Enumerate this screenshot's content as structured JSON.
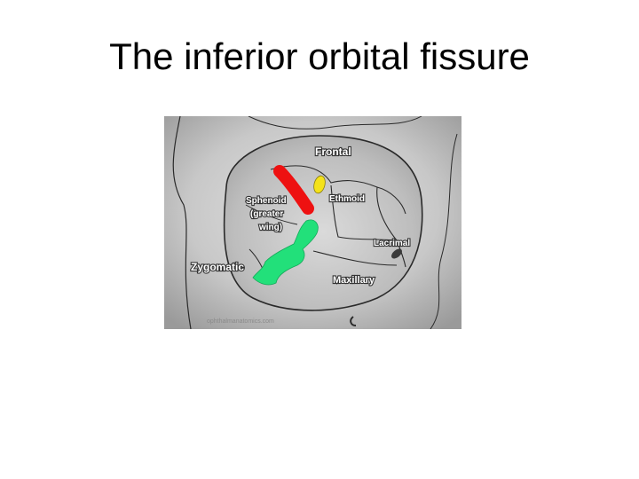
{
  "slide": {
    "title": "The inferior orbital fissure"
  },
  "figure": {
    "labels": {
      "frontal": "Frontal",
      "ethmoid": "Ethmoid",
      "sphenoid_line1": "Sphenoid",
      "sphenoid_line2": "(greater",
      "sphenoid_line3": "wing)",
      "lacrimal": "Lacrimal",
      "zygomatic": "Zygomatic",
      "maxillary": "Maxillary"
    },
    "watermark": "ophthalmanatomics.com",
    "colors": {
      "superior_fissure": "#ee1111",
      "optic_canal": "#f4e21a",
      "inferior_fissure": "#22e07a",
      "background": "#c4c4c4",
      "outline": "#2a2a2a"
    }
  }
}
